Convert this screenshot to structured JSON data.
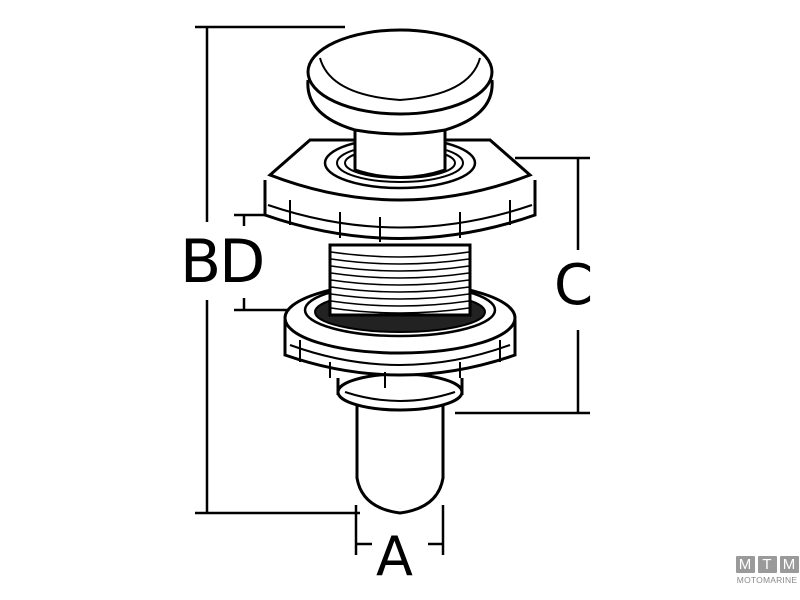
{
  "diagram": {
    "subject": "push-button thru-hull fitting technical drawing",
    "line_color": "#000000",
    "background": "#ffffff",
    "dimensions": {
      "overall_height_label": "BD",
      "thread_length_label": "C",
      "diameter_label": "A"
    },
    "labels": {
      "bd": "BD",
      "c": "C",
      "a": "A"
    }
  },
  "watermark": {
    "letters": [
      "M",
      "T",
      "M"
    ],
    "text": "MOTOMARINE",
    "color": "#9a9a9a"
  }
}
